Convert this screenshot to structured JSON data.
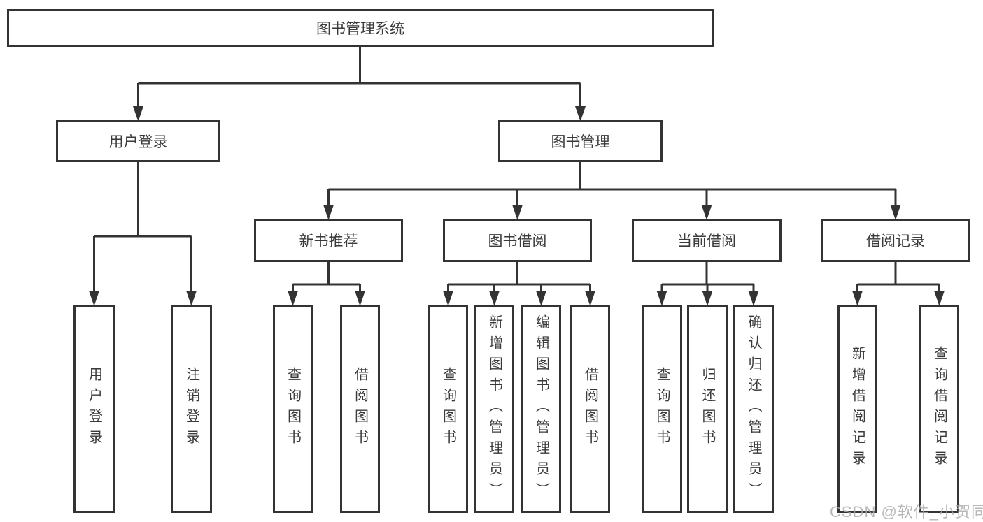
{
  "diagram": {
    "root": {
      "label": "图书管理系统"
    },
    "branches": {
      "user_login": {
        "label": "用户登录",
        "children": [
          "用户登录",
          "注销登录"
        ]
      },
      "book_mgmt": {
        "label": "图书管理",
        "sections": [
          {
            "label": "新书推荐",
            "children": [
              "查询图书",
              "借阅图书"
            ]
          },
          {
            "label": "图书借阅",
            "children": [
              "查询图书",
              "新增图书（管理员）",
              "编辑图书（管理员）",
              "借阅图书"
            ]
          },
          {
            "label": "当前借阅",
            "children": [
              "查询图书",
              "归还图书",
              "确认归还（管理员）"
            ]
          },
          {
            "label": "借阅记录",
            "children": [
              "新增借阅记录",
              "查询借阅记录"
            ]
          }
        ]
      }
    },
    "colors": {
      "line": "#333333",
      "border": "#333333",
      "text": "#3a3a3a",
      "background": "#ffffff"
    }
  },
  "watermark": {
    "text": "CSDN @软件_小贺同学",
    "color": "#aaaaaa"
  }
}
